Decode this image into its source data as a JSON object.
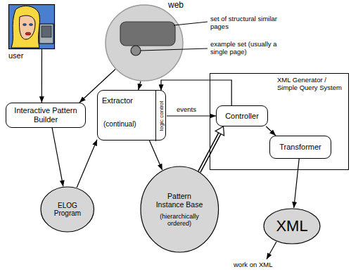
{
  "diagram": {
    "nodes": [
      {
        "text": [
          "user"
        ]
      },
      {
        "text": [
          "web"
        ]
      },
      {
        "text": [
          "Interactive Pattern Builder"
        ]
      },
      {
        "text": [
          "Extractor",
          "(continual)"
        ]
      },
      {
        "text": [
          "logic control"
        ],
        "in": 3
      },
      {
        "text": [
          "XML Generator / Simple Query System"
        ]
      },
      {
        "text": [
          "Controller"
        ],
        "in": 5
      },
      {
        "text": [
          "Transformer"
        ],
        "in": 5
      },
      {
        "text": [
          "ELOG Program"
        ]
      },
      {
        "text": [
          "Pattern Instance Base",
          "(hierarchically ordered)"
        ]
      },
      {
        "text": [
          "XML"
        ]
      }
    ],
    "edges": [
      {
        "from": 0,
        "to": 2,
        "arrow": "to"
      },
      {
        "from": 1,
        "to": 2,
        "arrow": "to"
      },
      {
        "from": 1,
        "to": 3,
        "arrow": "to"
      },
      {
        "from": 2,
        "to": 8,
        "arrow": "to"
      },
      {
        "from": 8,
        "to": 3,
        "arrow": "to"
      },
      {
        "from": 3,
        "to": 9,
        "arrow": "to"
      },
      {
        "from": 4,
        "to": 6,
        "label": "events",
        "arrow": "to"
      },
      {
        "from": 6,
        "to": 4,
        "arrow": "to"
      },
      {
        "from": 6,
        "to": 7,
        "arrow": "to"
      },
      {
        "from": 9,
        "to": 6,
        "arrow": "to"
      },
      {
        "from": 7,
        "to": 10,
        "arrow": "to"
      }
    ],
    "labels": [
      "set of structural similar pages",
      "example set (usually a single page)",
      "work on XML"
    ]
  }
}
